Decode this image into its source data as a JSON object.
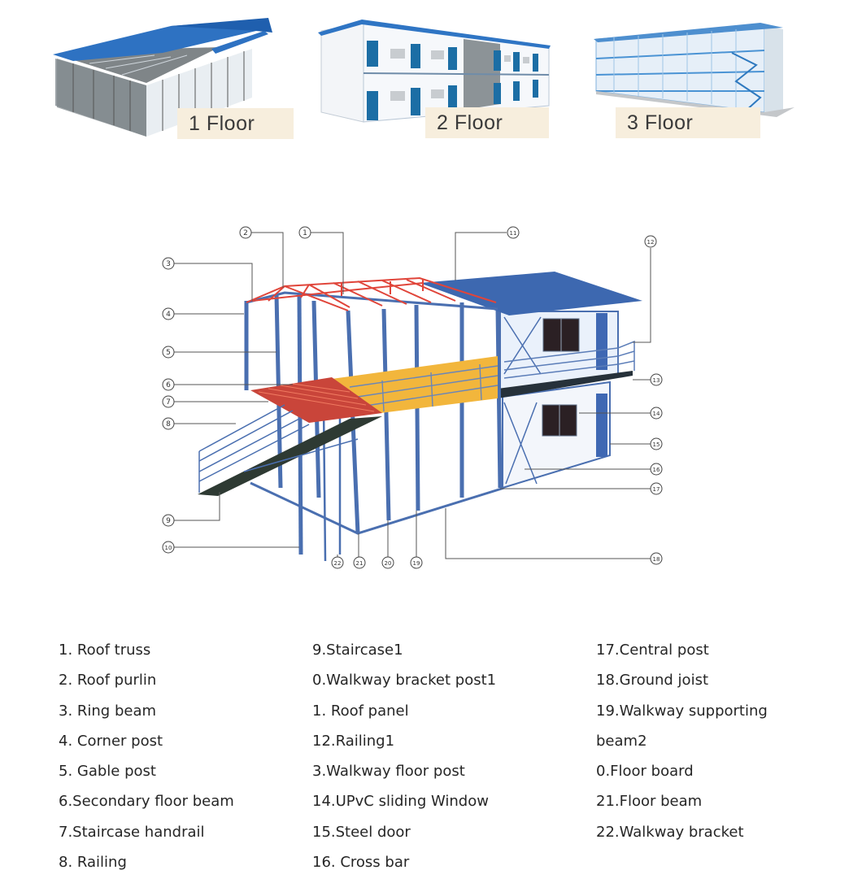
{
  "photos": [
    {
      "id": "one-floor",
      "label": "1 Floor"
    },
    {
      "id": "two-floor",
      "label": "2 Floor"
    },
    {
      "id": "three-floor",
      "label": "3 Floor"
    }
  ],
  "diagram": {
    "colors": {
      "frame": "#4a6fb0",
      "roof_panel": "#3d68b0",
      "roof_truss": "#e0453a",
      "floor_board": "#f2b63c",
      "secondary_floor": "#c9453a",
      "staircase": "#2e3a33",
      "window": "#2b2024",
      "wall": "#eef3fa"
    },
    "callouts": [
      {
        "n": "1"
      },
      {
        "n": "2"
      },
      {
        "n": "3"
      },
      {
        "n": "4"
      },
      {
        "n": "5"
      },
      {
        "n": "6"
      },
      {
        "n": "7"
      },
      {
        "n": "8"
      },
      {
        "n": "9"
      },
      {
        "n": "10"
      },
      {
        "n": "11"
      },
      {
        "n": "12"
      },
      {
        "n": "13"
      },
      {
        "n": "14"
      },
      {
        "n": "15"
      },
      {
        "n": "16"
      },
      {
        "n": "17"
      },
      {
        "n": "18"
      },
      {
        "n": "19"
      },
      {
        "n": "20"
      },
      {
        "n": "21"
      },
      {
        "n": "22"
      }
    ]
  },
  "legend": {
    "columns": [
      [
        "1. Roof truss",
        "2. Roof purlin",
        "3. Ring beam",
        "4. Corner post",
        "5. Gable post",
        "6.Secondary floor beam",
        "7.Staircase handrail",
        "8. Railing"
      ],
      [
        "9.Staircase1",
        "0.Walkway bracket post1",
        "1. Roof panel",
        "12.Railing1",
        "3.Walkway floor post",
        "14.UPvC sliding Window",
        "15.Steel door",
        "16. Cross bar"
      ],
      [
        "17.Central post",
        "18.Ground joist",
        "19.Walkway supporting",
        "beam2",
        "0.Floor board",
        "21.Floor beam",
        "22.Walkway bracket"
      ]
    ]
  }
}
